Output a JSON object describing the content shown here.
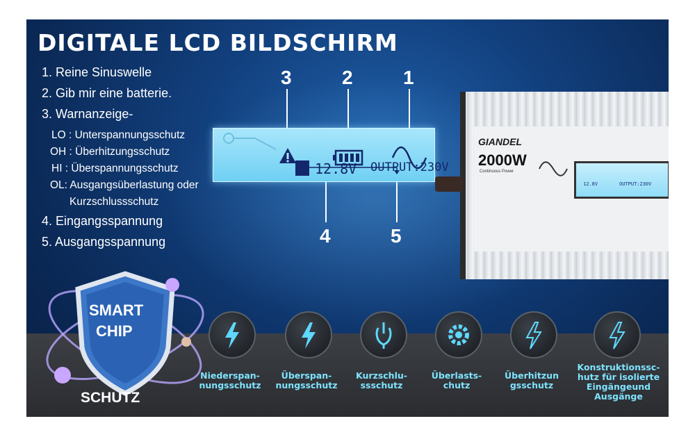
{
  "title": "DIGITALE LCD BILDSCHIRM",
  "list": {
    "item1": "1. Reine Sinuswelle",
    "item2": "2. Gib mir eine batterie.",
    "item3": "3. Warnanzeige-",
    "sub_lo": "LO : Unterspannungsschutz",
    "sub_oh": "OH : Überhitzungsschutz",
    "sub_hi": "HI : Überspannungsschutz",
    "sub_ol1": "OL: Ausgangsüberlastung oder",
    "sub_ol2": "Kurzschlussschutz",
    "item4": "4. Eingangsspannung",
    "item5": "5. Ausgangsspannung"
  },
  "lcd": {
    "battery_voltage": "12.8V",
    "output": "OUTPUT:230V"
  },
  "callouts": {
    "n1": "1",
    "n2": "2",
    "n3": "3",
    "n4": "4",
    "n5": "5"
  },
  "inverter": {
    "brand": "GIANDEL",
    "power": "2000W",
    "subtitle": "Continuous Power",
    "mini_lcd_top": "12.8V",
    "mini_lcd_output": "OUTPUT:230V"
  },
  "shield": {
    "line1": "SMART",
    "line2": "CHIP",
    "caption": "SCHUTZ"
  },
  "features": [
    {
      "label1": "Niederspan-",
      "label2": "nungsschutz",
      "label3": "",
      "label4": "",
      "icon": "lightning-icon"
    },
    {
      "label1": "Überspan-",
      "label2": "nungsschutz",
      "label3": "",
      "label4": "",
      "icon": "lightning-icon"
    },
    {
      "label1": "Kurzschlu-",
      "label2": "ssschutz",
      "label3": "",
      "label4": "",
      "icon": "plug-icon"
    },
    {
      "label1": "Überlasts-",
      "label2": "chutz",
      "label3": "",
      "label4": "",
      "icon": "gear-icon"
    },
    {
      "label1": "Überhitzun",
      "label2": "gsschutz",
      "label3": "",
      "label4": "",
      "icon": "lightning-icon"
    },
    {
      "label1": "Konstruktionssc-",
      "label2": "hutz für isolierte",
      "label3": "Eingängeund",
      "label4": "Ausgänge",
      "icon": "lightning-icon"
    }
  ],
  "colors": {
    "banner_dark": "#0b2a58",
    "lcd_blue": "#8fdcf7",
    "accent_cyan": "#7fe3ff"
  }
}
